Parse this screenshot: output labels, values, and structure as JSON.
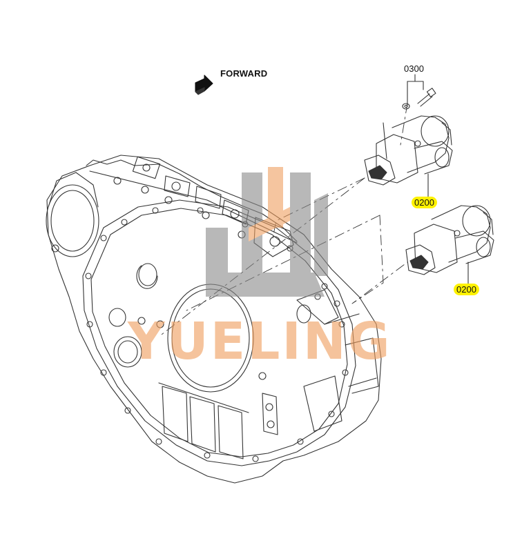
{
  "labels": {
    "forward": "FORWARD",
    "part_bolt": "0300",
    "part_starter_1": "0200",
    "part_starter_2": "0200"
  },
  "watermark": {
    "text": "YUELING",
    "color": "#f0a060",
    "logo_color_gray": "#8a8a8a",
    "logo_color_orange": "#f0a060"
  },
  "colors": {
    "line": "#333333",
    "highlight": "#fff200"
  },
  "icons": {
    "forward_arrow": "forward-arrow-icon"
  }
}
